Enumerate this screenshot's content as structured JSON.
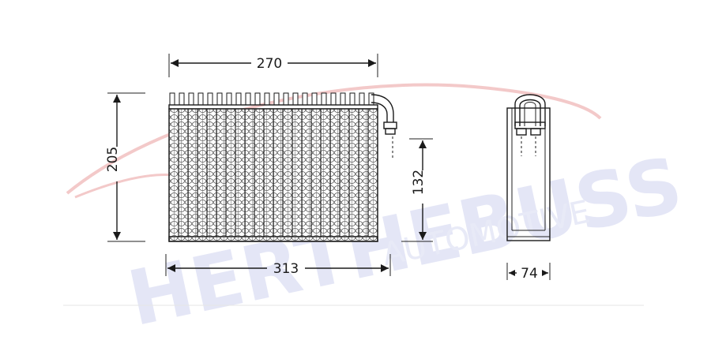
{
  "drawing": {
    "dimensions": {
      "top_width": "270",
      "bottom_width": "313",
      "height": "205",
      "pipe_height": "132",
      "depth": "74"
    }
  },
  "watermark": {
    "brand": "HERTHEBUSS",
    "subtitle": "AUTOMOTIVE",
    "swoosh_color": "#f3c9c9",
    "text_color": "#e4e6f6"
  },
  "colors": {
    "line": "#1a1a1a",
    "divider": "#e6e6e6"
  }
}
